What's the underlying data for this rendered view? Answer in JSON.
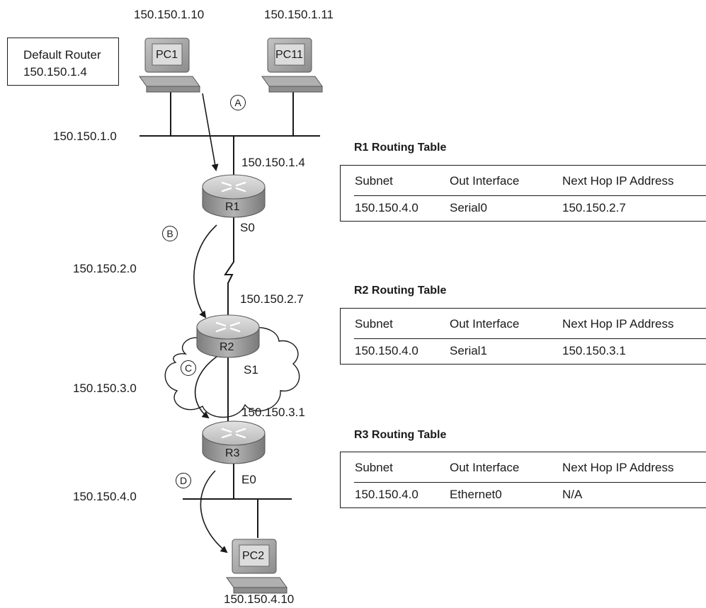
{
  "default_router_box": {
    "line1": "Default Router",
    "line2": "150.150.1.4"
  },
  "pcs": {
    "pc1": {
      "name": "PC1",
      "ip": "150.150.1.10"
    },
    "pc11": {
      "name": "PC11",
      "ip": "150.150.1.11"
    },
    "pc2": {
      "name": "PC2",
      "ip": "150.150.4.10"
    }
  },
  "routers": {
    "r1": {
      "name": "R1",
      "lan_ip": "150.150.1.4",
      "serial": "S0"
    },
    "r2": {
      "name": "R2",
      "wan_ip": "150.150.2.7",
      "serial": "S1"
    },
    "r3": {
      "name": "R3",
      "wan_ip": "150.150.3.1",
      "ethernet": "E0"
    }
  },
  "subnets": {
    "s1": "150.150.1.0",
    "s2": "150.150.2.0",
    "s3": "150.150.3.0",
    "s4": "150.150.4.0"
  },
  "steps": {
    "a": "A",
    "b": "B",
    "c": "C",
    "d": "D"
  },
  "routing_tables": [
    {
      "title": "R1 Routing Table",
      "headers": [
        "Subnet",
        "Out Interface",
        "Next Hop IP Address"
      ],
      "row": [
        "150.150.4.0",
        "Serial0",
        "150.150.2.7"
      ]
    },
    {
      "title": "R2 Routing Table",
      "headers": [
        "Subnet",
        "Out Interface",
        "Next Hop IP Address"
      ],
      "row": [
        "150.150.4.0",
        "Serial1",
        "150.150.3.1"
      ]
    },
    {
      "title": "R3 Routing Table",
      "headers": [
        "Subnet",
        "Out Interface",
        "Next Hop IP Address"
      ],
      "row": [
        "150.150.4.0",
        "Ethernet0",
        "N/A"
      ]
    }
  ],
  "colors": {
    "line": "#1a1a1a",
    "router_body": "#9a9a9a",
    "router_top": "#cfcfcf",
    "pc_body": "#a8a8a8",
    "pc_screen": "#d6d6d6",
    "cloud_fill": "#ffffff"
  }
}
